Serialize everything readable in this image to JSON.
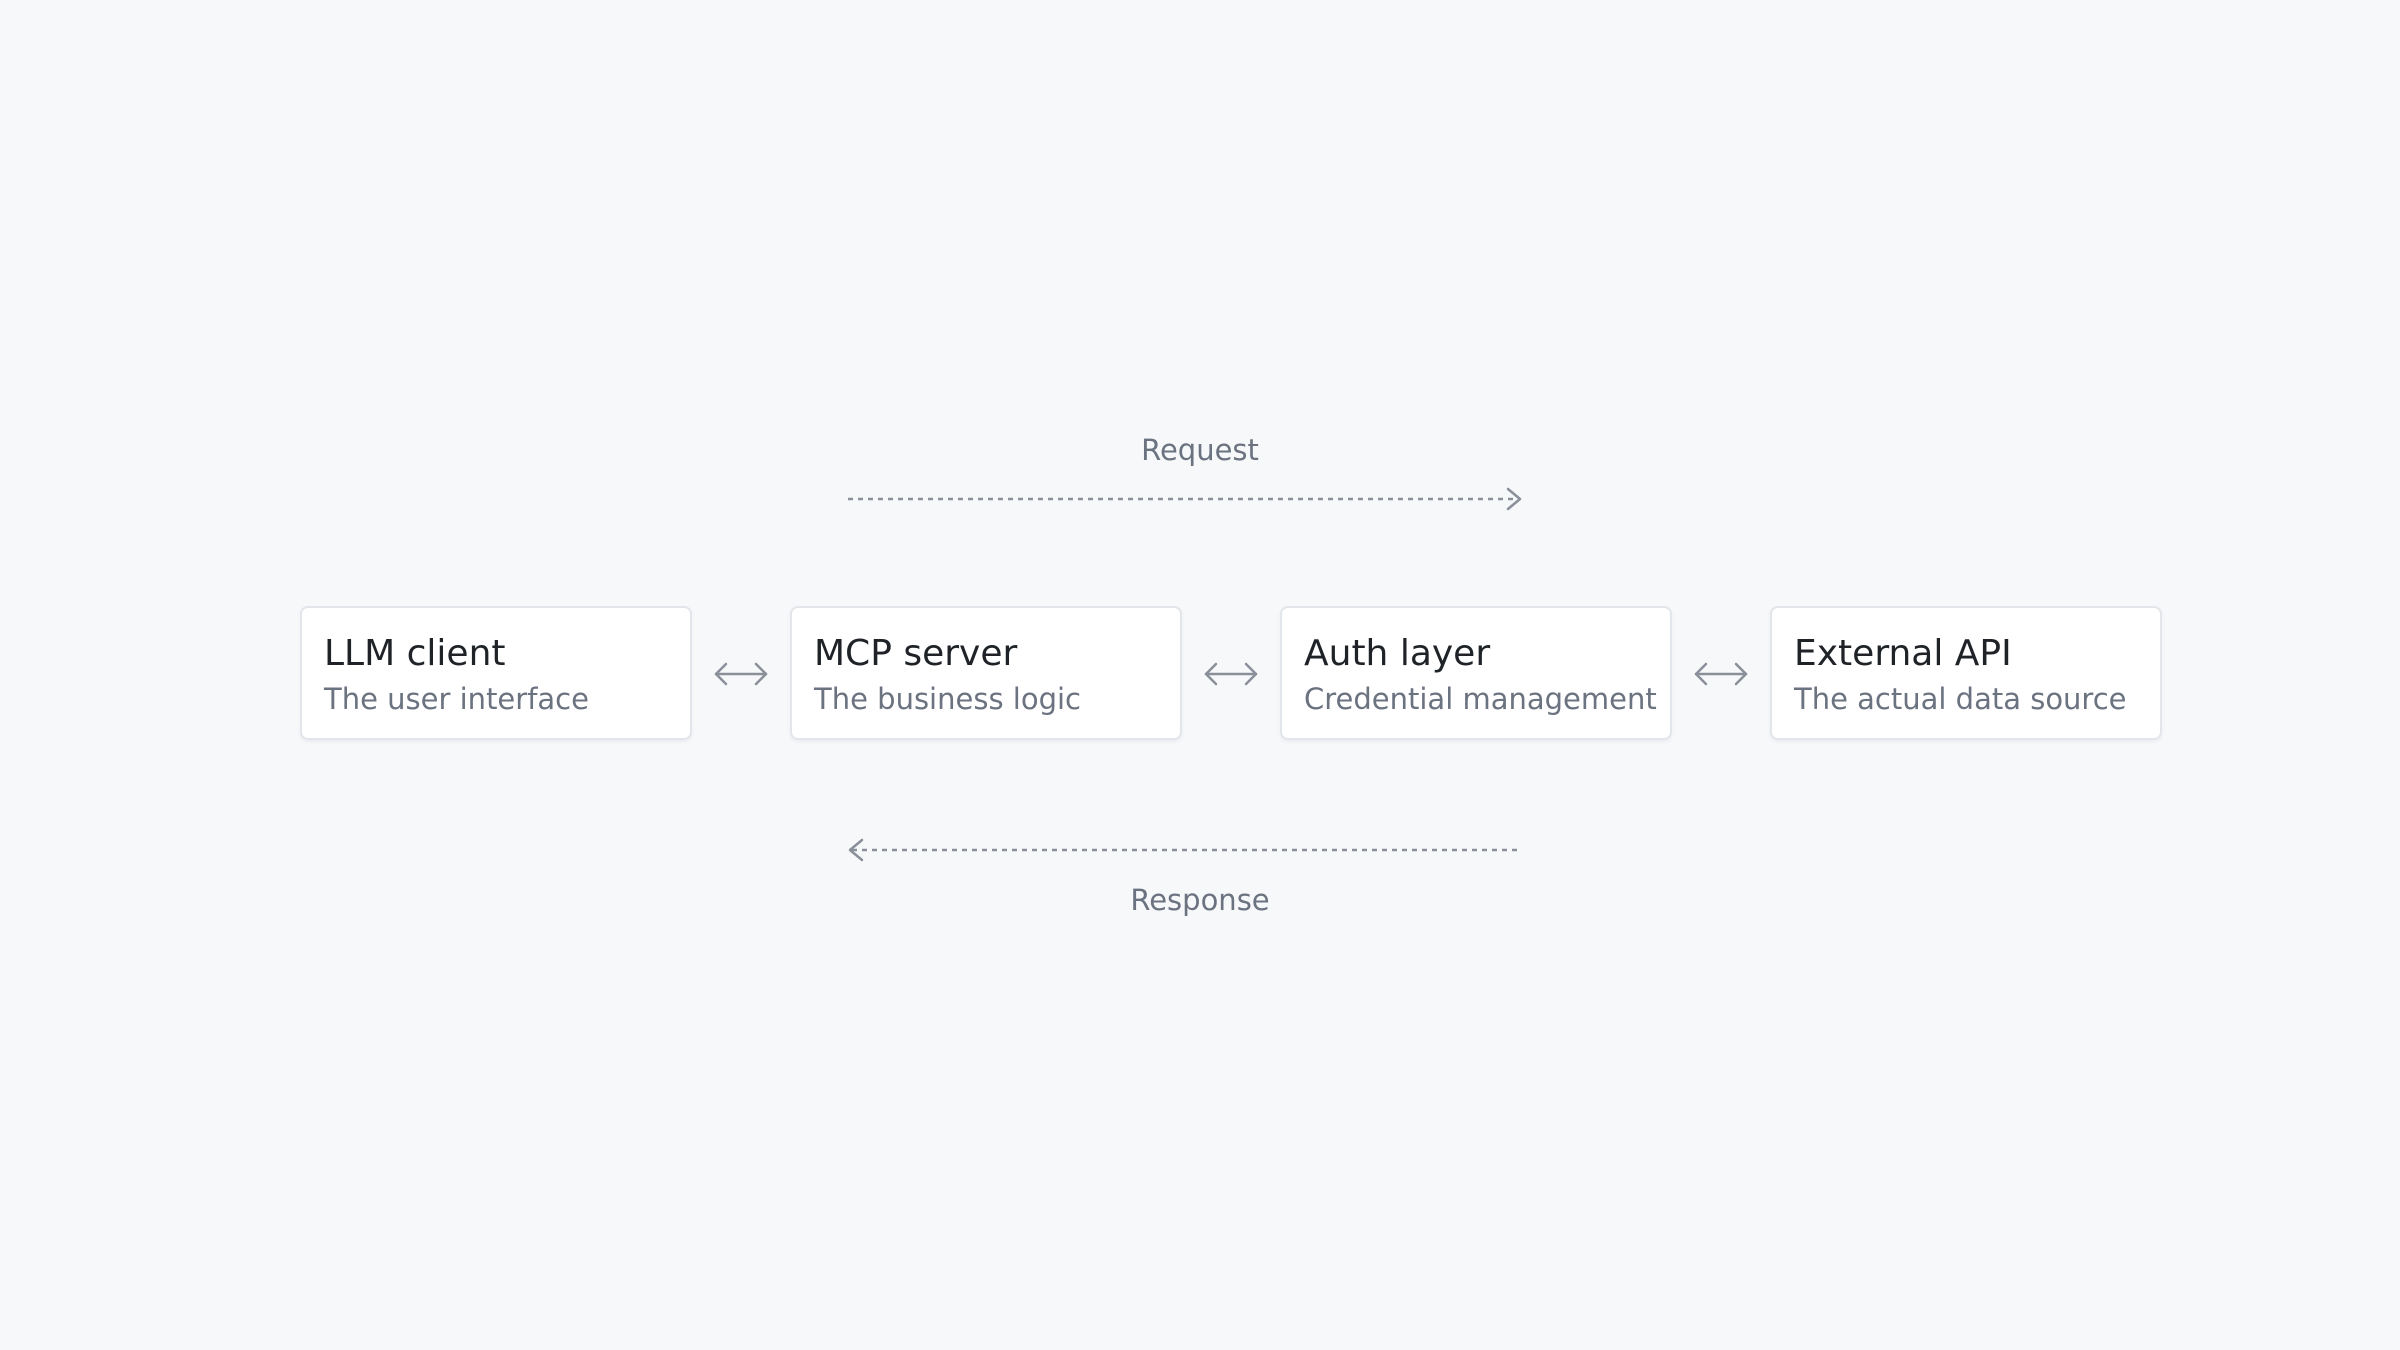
{
  "flow": {
    "request_label": "Request",
    "response_label": "Response"
  },
  "nodes": [
    {
      "title": "LLM client",
      "subtitle": "The user interface"
    },
    {
      "title": "MCP server",
      "subtitle": "The business logic"
    },
    {
      "title": "Auth layer",
      "subtitle": "Credential management"
    },
    {
      "title": "External API",
      "subtitle": "The actual data source"
    }
  ],
  "colors": {
    "background": "#f7f8fa",
    "card": "#ffffff",
    "card_border": "#e2e5ea",
    "text_primary": "#1f2328",
    "text_secondary": "#6b7280",
    "arrow": "#8a9099"
  },
  "icons": {
    "connector": "double-arrow-icon",
    "request_arrow": "dashed-right-arrow-icon",
    "response_arrow": "dashed-left-arrow-icon"
  }
}
